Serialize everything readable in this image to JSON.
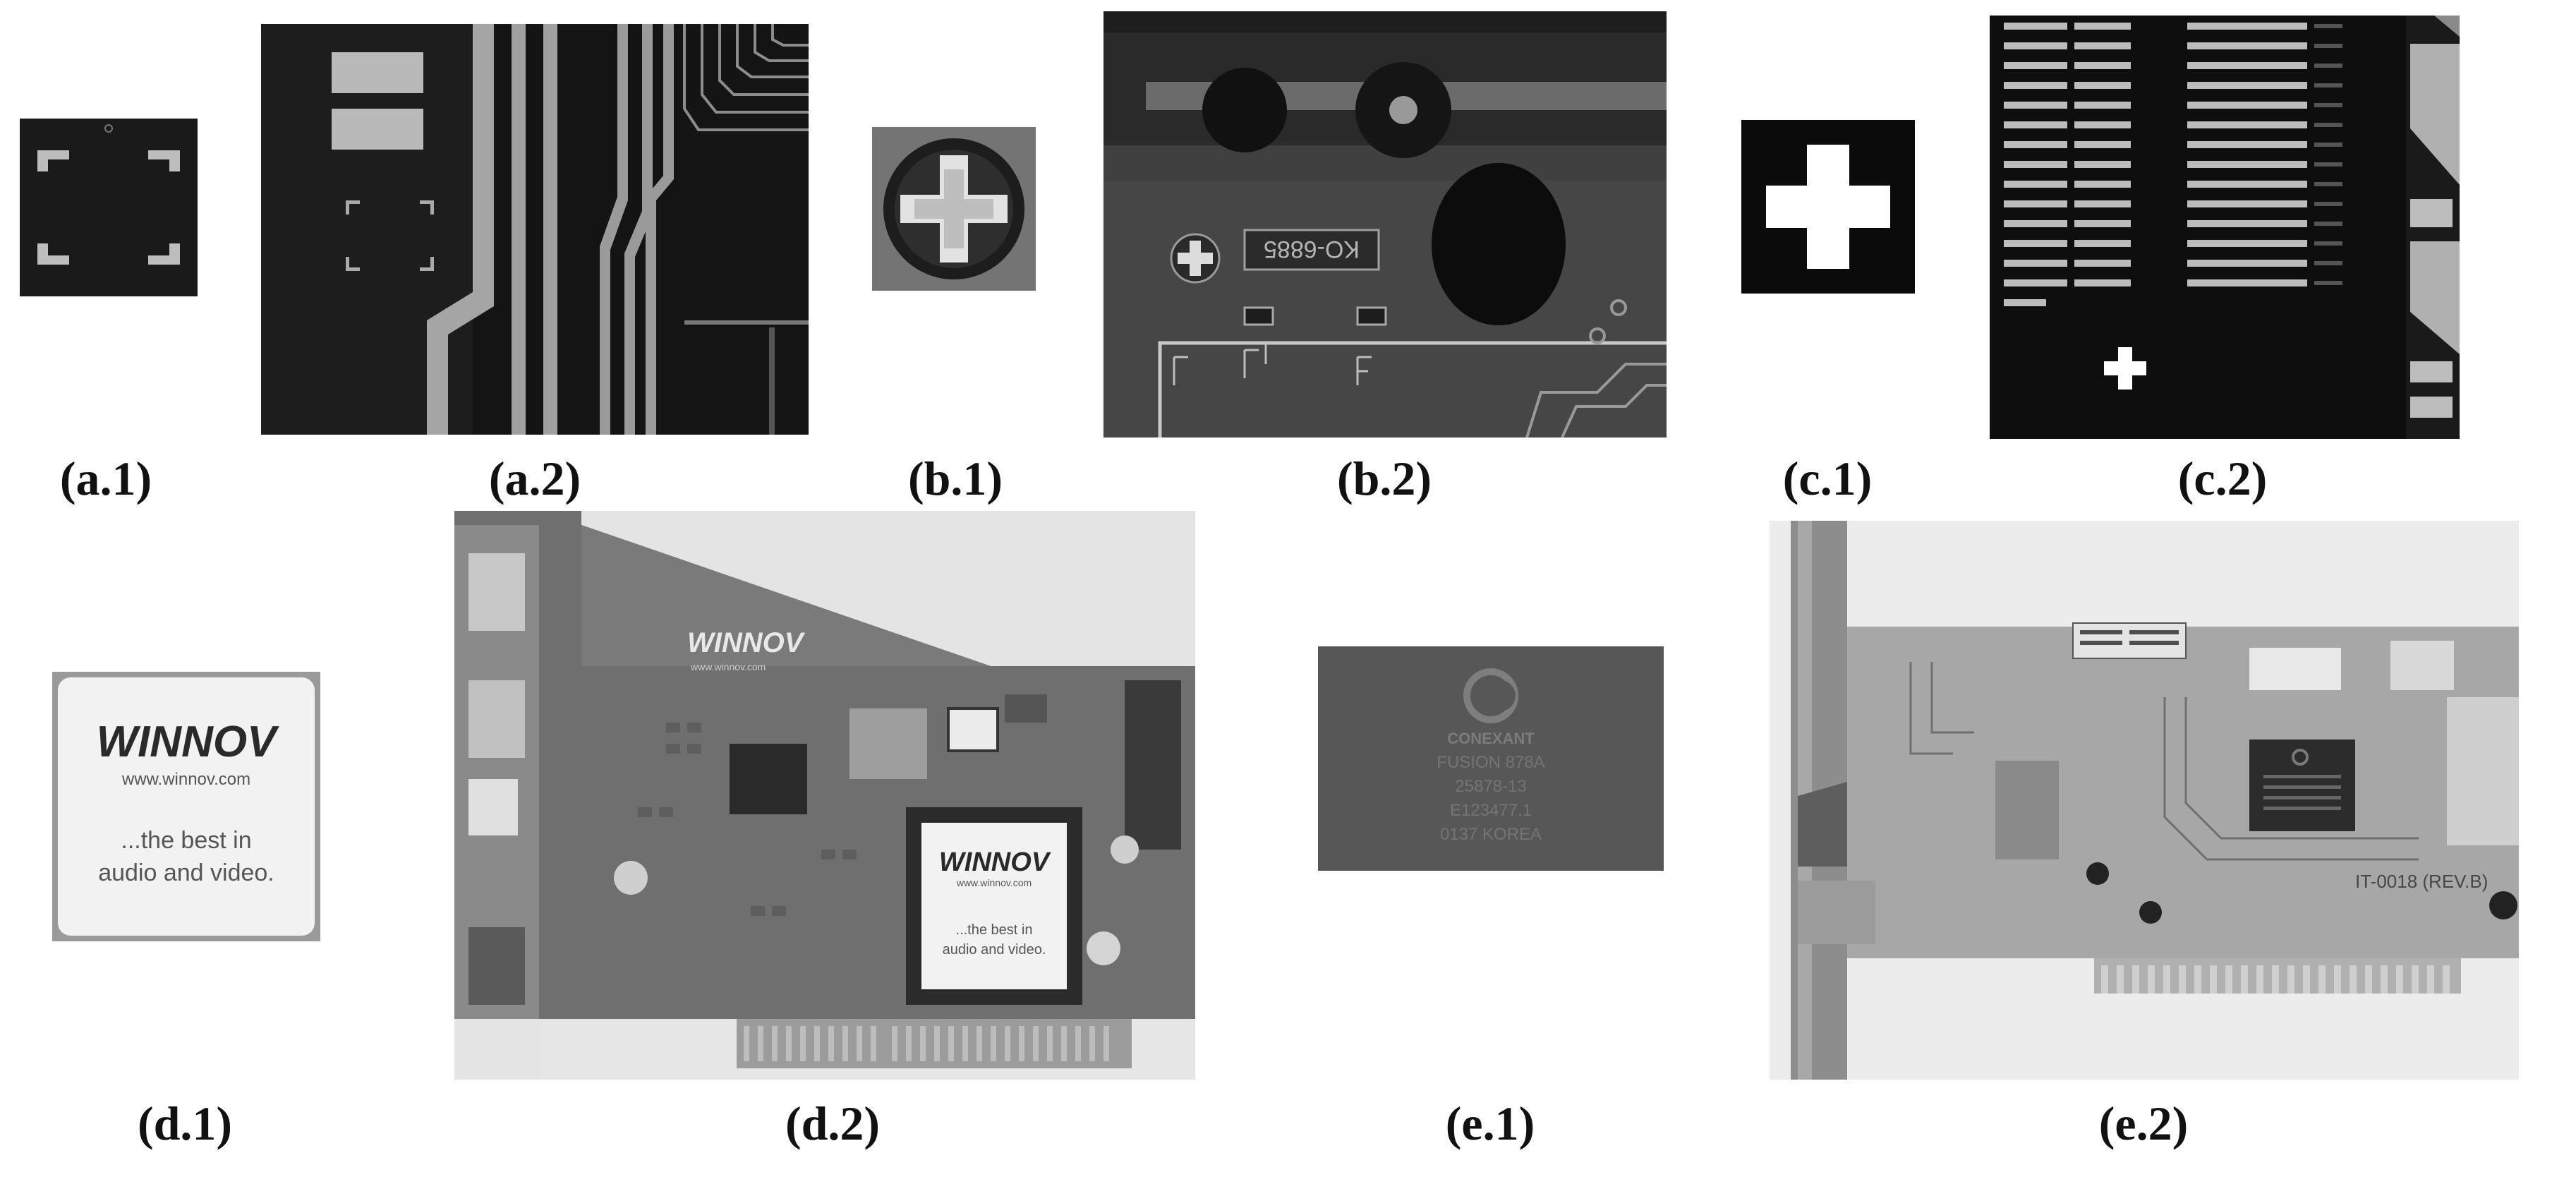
{
  "captions": {
    "a1": "(a.1)",
    "a2": "(a.2)",
    "b1": "(b.1)",
    "b2": "(b.2)",
    "c1": "(c.1)",
    "c2": "(c.2)",
    "d1": "(d.1)",
    "d2": "(d.2)",
    "e1": "(e.1)",
    "e2": "(e.2)"
  },
  "images": {
    "b2_marking": "KO-6885",
    "d_logo": "WINNOV",
    "d_url": "www.winnov.com",
    "d_tagline_1": "...the best in",
    "d_tagline_2": "audio and video.",
    "e_chip_brand": "CONEXANT",
    "e_chip_line2": "FUSION 878A",
    "e_chip_line3": "25878-13",
    "e_chip_line4": "E123477.1",
    "e_chip_line5": "0137 KOREA",
    "e2_board_label": "IT-0018 (REV.B)"
  }
}
